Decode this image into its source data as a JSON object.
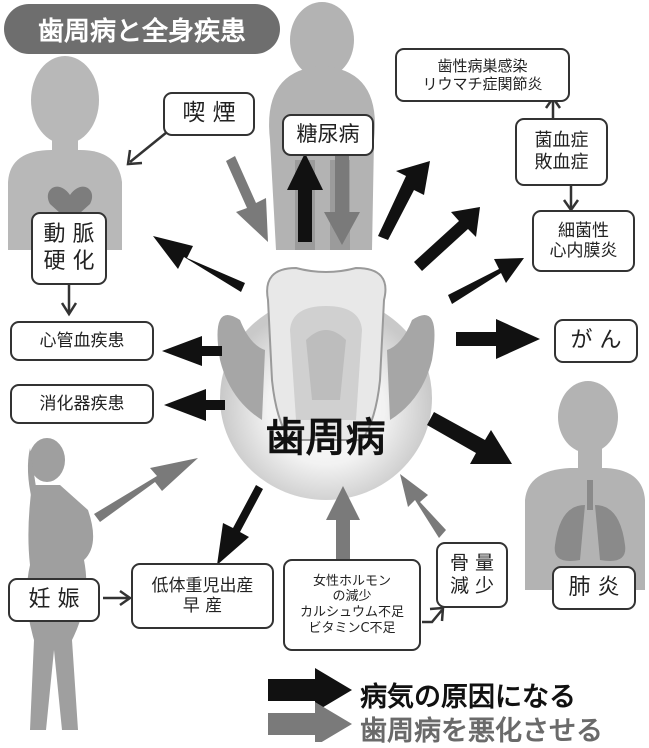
{
  "title": "歯周病と全身疾患",
  "center_label": "歯周病",
  "nodes": {
    "smoking": "喫 煙",
    "diabetes": "糖尿病",
    "focal_infection": [
      "歯性病巣感染",
      "リウマチ症関節炎"
    ],
    "sepsis": [
      "菌血症",
      "敗血症"
    ],
    "endocarditis": [
      "細菌性",
      "心内膜炎"
    ],
    "arteriosclerosis": [
      "動 脈",
      "硬 化"
    ],
    "cardiovascular": "心管血疾患",
    "digestive": "消化器疾患",
    "cancer": "が ん",
    "pneumonia": "肺 炎",
    "pregnancy": "妊 娠",
    "low_birth_weight": [
      "低体重児出産",
      "早 産"
    ],
    "female_hormone": [
      "女性ホルモン",
      "の減少",
      "カルシュウム不足",
      "ビタミンC不足"
    ],
    "bone_loss": [
      "骨 量",
      "減 少"
    ]
  },
  "legend": {
    "cause": "病気の原因になる",
    "worsen": "歯周病を悪化させる"
  },
  "colors": {
    "cause_arrow": "#111111",
    "worsen_arrow": "#7a7a7a",
    "silhouette": "#b3b3b3",
    "title_bg": "#6e6e6e"
  }
}
